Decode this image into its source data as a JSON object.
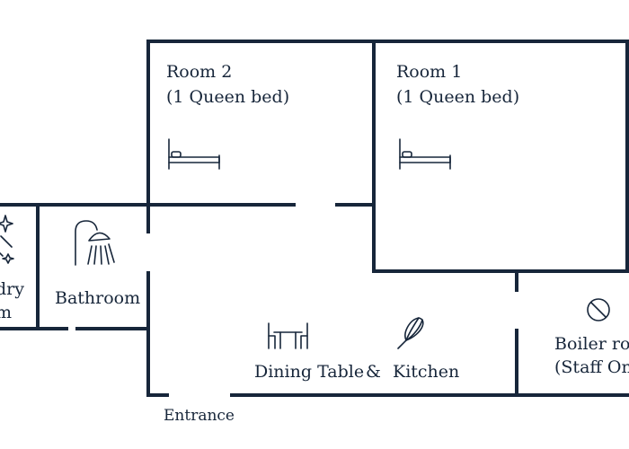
{
  "rooms": {
    "room_1": {
      "name": "Room 1",
      "beds": "(1 Queen bed)"
    },
    "room_2": {
      "name": "Room 2",
      "beds": "(1 Queen bed)"
    },
    "laundry": {
      "line1": "dry",
      "line2": "m"
    },
    "bathroom": {
      "name": "Bathroom"
    },
    "dining_kitchen": {
      "dining": "Dining Table",
      "amp": "&",
      "kitchen": "Kitchen"
    },
    "boiler": {
      "line1": "Boiler roo",
      "line2": "(Staff Onl"
    },
    "entrance": {
      "name": "Entrance"
    }
  },
  "icons": {
    "room_1": "bed-icon",
    "room_2": "bed-icon",
    "laundry": "sparkle-icon",
    "bathroom": "shower-icon",
    "dining": "dining-table-icon",
    "kitchen": "whisk-icon",
    "boiler": "no-entry-icon"
  },
  "colors": {
    "wall": "#17263a",
    "background": "#ffffff"
  }
}
